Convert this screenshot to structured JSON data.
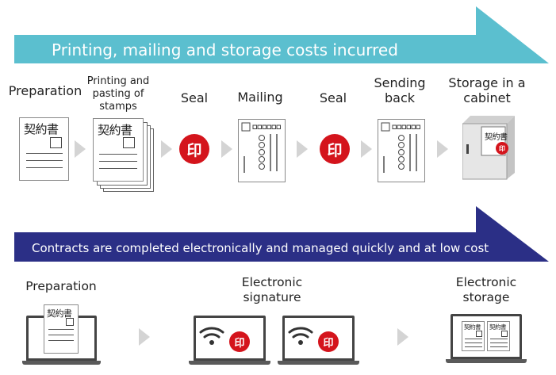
{
  "top_banner": {
    "text": "Printing, mailing and storage costs incurred",
    "color": "#5bbfcf"
  },
  "bottom_banner": {
    "text": "Contracts are completed electronically and managed quickly and at low cost",
    "color": "#2b2f86"
  },
  "paper_steps": [
    {
      "label": "Preparation"
    },
    {
      "label": "Printing and pasting of stamps"
    },
    {
      "label": "Seal"
    },
    {
      "label": "Mailing"
    },
    {
      "label": "Seal"
    },
    {
      "label": "Sending back"
    },
    {
      "label": "Storage in a cabinet"
    }
  ],
  "electronic_steps": [
    {
      "label": "Preparation"
    },
    {
      "label": "Electronic signature"
    },
    {
      "label": "Electronic storage"
    }
  ],
  "doc_title": "契約書",
  "seal_char": "印",
  "colors": {
    "seal_red": "#d4141c",
    "chevron_gray": "#d4d4d4"
  },
  "icons": [
    "contract-document-icon",
    "seal-stamp-icon",
    "mailing-envelope-icon",
    "cabinet-icon",
    "laptop-icon",
    "wifi-icon"
  ]
}
